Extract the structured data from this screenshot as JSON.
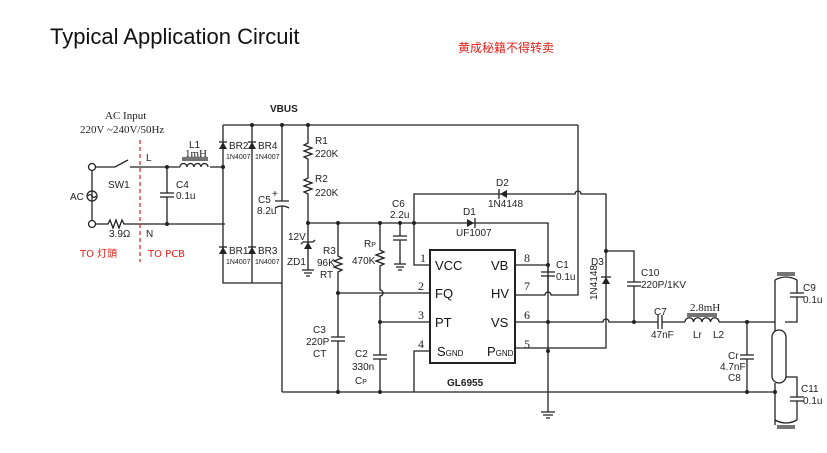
{
  "title": "Typical Application Circuit",
  "watermark": "黄成秘籍不得转卖",
  "ac_input": {
    "label": "AC Input",
    "rating": "220V ~240V/50Hz",
    "source": "AC"
  },
  "markers": {
    "line": "L",
    "neutral": "N",
    "to_lamp": "TO 灯頭",
    "to_pcb": "TO PCB",
    "divider_color": "#e0201a"
  },
  "net": {
    "vbus": "VBUS"
  },
  "components": {
    "sw1": "SW1",
    "r_in": "3.9Ω",
    "c4": {
      "name": "C4",
      "value": "0.1u"
    },
    "l1": {
      "name": "L1",
      "value": "1mH"
    },
    "br1": {
      "name": "BR1",
      "part": "1N4007"
    },
    "br2": {
      "name": "BR2",
      "part": "1N4007"
    },
    "br3": {
      "name": "BR3",
      "part": "1N4007"
    },
    "br4": {
      "name": "BR4",
      "part": "1N4007"
    },
    "c5": {
      "name": "C5",
      "polarity": "+",
      "value": "8.2u"
    },
    "r1": {
      "name": "R1",
      "value": "220K"
    },
    "r2": {
      "name": "R2",
      "value": "220K"
    },
    "zd1": {
      "name": "ZD1",
      "value": "12V"
    },
    "r3": {
      "name": "R3",
      "value": "96K",
      "alias": "RT"
    },
    "c3": {
      "name": "C3",
      "value": "220P",
      "alias": "CT"
    },
    "rp": {
      "name": "R",
      "sub": "P",
      "value": "470K"
    },
    "c2": {
      "name": "C2",
      "value": "330n",
      "alias": "C",
      "alias_sub": "P"
    },
    "c6": {
      "name": "C6",
      "value": "2.2u"
    },
    "d1": {
      "name": "D1",
      "part": "UF1007"
    },
    "d2": {
      "name": "D2",
      "part": "1N4148"
    },
    "d3": {
      "name": "D3",
      "part": "1N4148"
    },
    "c1": {
      "name": "C1",
      "value": "0.1u"
    },
    "c10": {
      "name": "C10",
      "value": "220P/1KV"
    },
    "c7": {
      "name": "C7",
      "value": "47nF"
    },
    "l2": {
      "name": "L2",
      "alias": "Lr",
      "value": "2.8mH"
    },
    "c8": {
      "name": "C8",
      "alias": "Cr",
      "value": "4.7nF"
    },
    "c9": {
      "name": "C9",
      "value": "0.1u"
    },
    "c11": {
      "name": "C11",
      "value": "0.1u"
    }
  },
  "ic": {
    "name": "GL6955",
    "pins": [
      {
        "num": "1",
        "label": "VCC"
      },
      {
        "num": "2",
        "label": "FQ"
      },
      {
        "num": "3",
        "label": "PT"
      },
      {
        "num": "4",
        "label": "S",
        "sub": "GND"
      },
      {
        "num": "5",
        "label": "P",
        "sub": "GND"
      },
      {
        "num": "6",
        "label": "VS"
      },
      {
        "num": "7",
        "label": "HV"
      },
      {
        "num": "8",
        "label": "VB"
      }
    ]
  }
}
